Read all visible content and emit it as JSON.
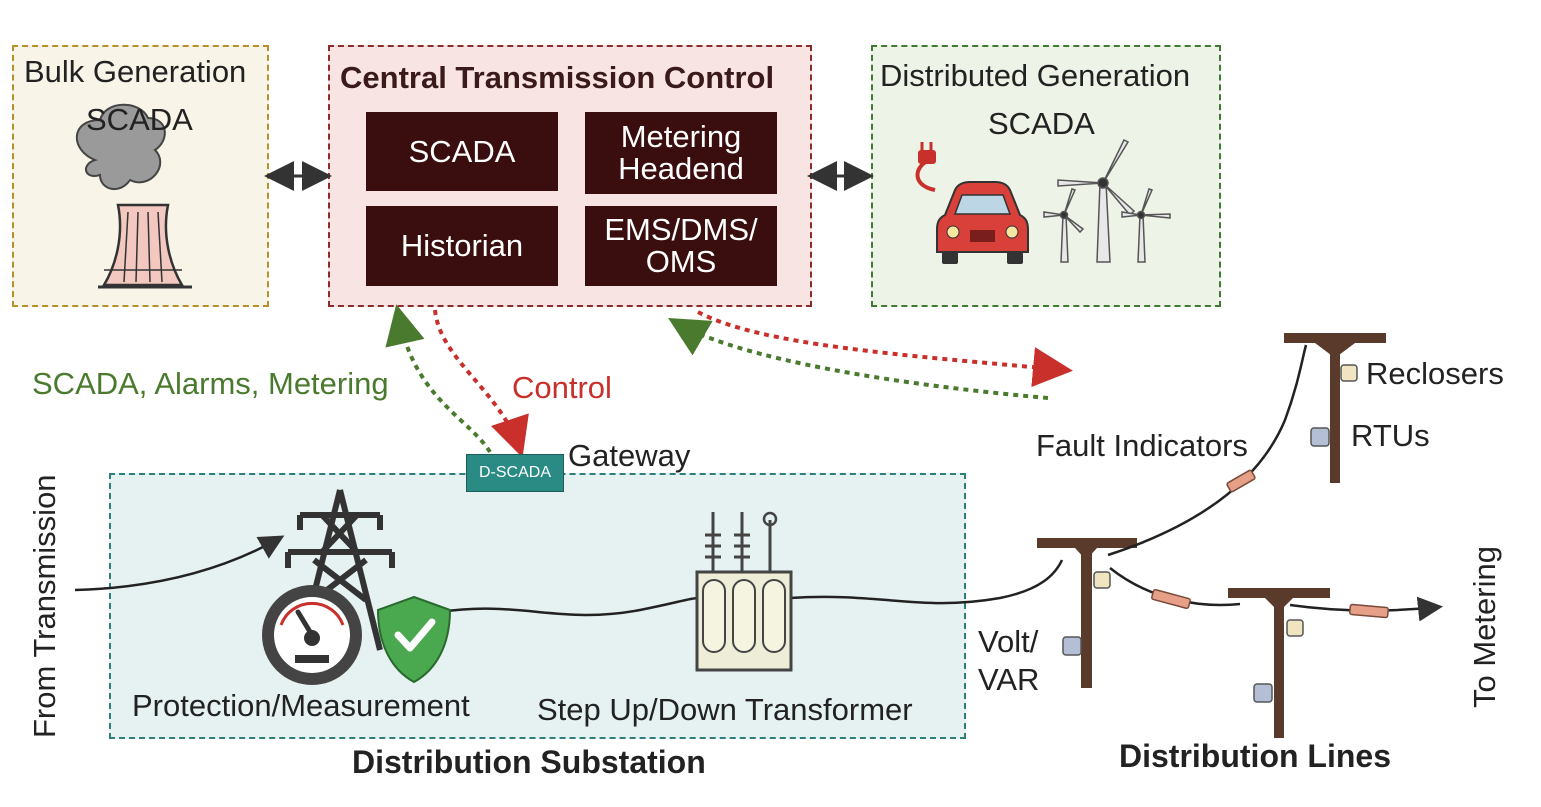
{
  "bulk_generation": {
    "title": "Bulk Generation",
    "subtitle": "SCADA"
  },
  "central_control": {
    "title": "Central Transmission Control",
    "cells": [
      "SCADA",
      "Metering Headend",
      "Historian",
      "EMS/DMS/ OMS"
    ]
  },
  "distributed_generation": {
    "title": "Distributed Generation",
    "subtitle": "SCADA"
  },
  "links": {
    "uplink": "SCADA, Alarms, Metering",
    "downlink": "Control"
  },
  "gateway": {
    "device": "D-SCADA",
    "label": "Gateway"
  },
  "substation": {
    "title": "Distribution Substation",
    "protection": "Protection/Measurement",
    "transformer": "Step Up/Down Transformer",
    "input": "From Transmission"
  },
  "lines": {
    "title": "Distribution Lines",
    "reclosers": "Reclosers",
    "rtus": "RTUs",
    "fault_indicators": "Fault Indicators",
    "volt_var_1": "Volt/",
    "volt_var_2": "VAR",
    "output": "To Metering"
  },
  "colors": {
    "green": "#4a7a2e",
    "red": "#c9302c",
    "dark_cell": "#3a0e0e",
    "teal": "#2a8a84",
    "pole": "#5a3a2a"
  }
}
